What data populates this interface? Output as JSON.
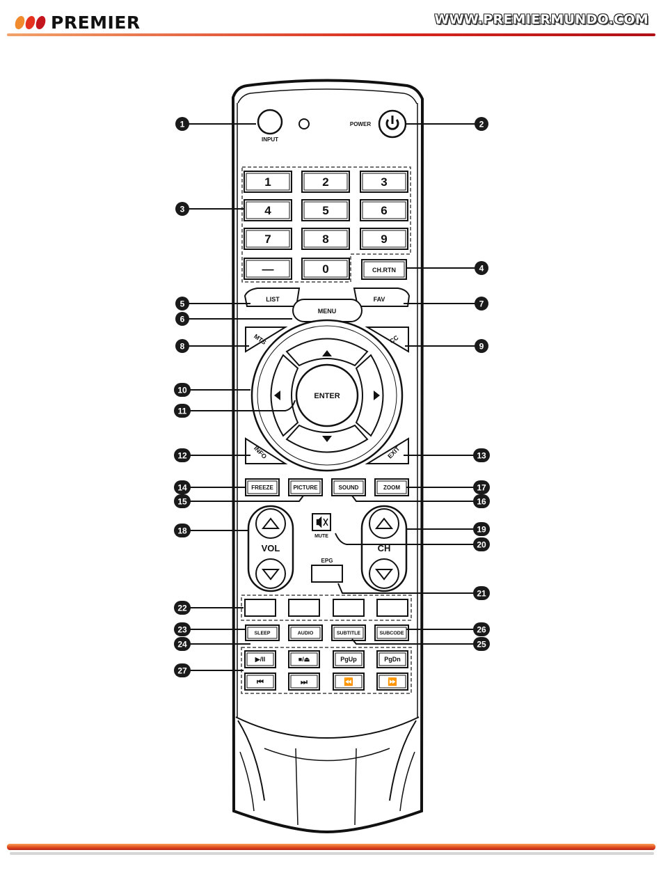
{
  "header": {
    "brand": "PREMIER",
    "url": "WWW.PREMIERMUNDO.COM",
    "dot_colors": [
      "#f08a2c",
      "#e4321e",
      "#c4141c"
    ]
  },
  "remote": {
    "top": {
      "input": "INPUT",
      "power": "POWER"
    },
    "digits": [
      "1",
      "2",
      "3",
      "4",
      "5",
      "6",
      "7",
      "8",
      "9",
      "—",
      "0"
    ],
    "ch_rtn": "CH.RTN",
    "list": "LIST",
    "fav": "FAV",
    "menu": "MENU",
    "mts": "MTS",
    "cc": "CC",
    "enter": "ENTER",
    "info": "INFO",
    "exit": "EXIT",
    "freeze": "FREEZE",
    "picture": "PICTURE",
    "sound": "SOUND",
    "zoom": "ZOOM",
    "vol": "VOL",
    "ch": "CH",
    "mute": "MUTE",
    "epg": "EPG",
    "sleep": "SLEEP",
    "audio": "AUDIO",
    "sub2": "SUBTITLE",
    "sub1": "SUBCODE",
    "media_row1": [
      "▶/II",
      "■/⏏",
      "PgUp",
      "PgDn"
    ],
    "media_row2": [
      "⏮",
      "⏭",
      "⏪",
      "⏩"
    ]
  },
  "callouts": [
    "1",
    "2",
    "3",
    "4",
    "5",
    "6",
    "7",
    "8",
    "9",
    "10",
    "11",
    "12",
    "13",
    "14",
    "15",
    "16",
    "17",
    "18",
    "19",
    "20",
    "21",
    "22",
    "23",
    "24",
    "25",
    "26",
    "27"
  ]
}
